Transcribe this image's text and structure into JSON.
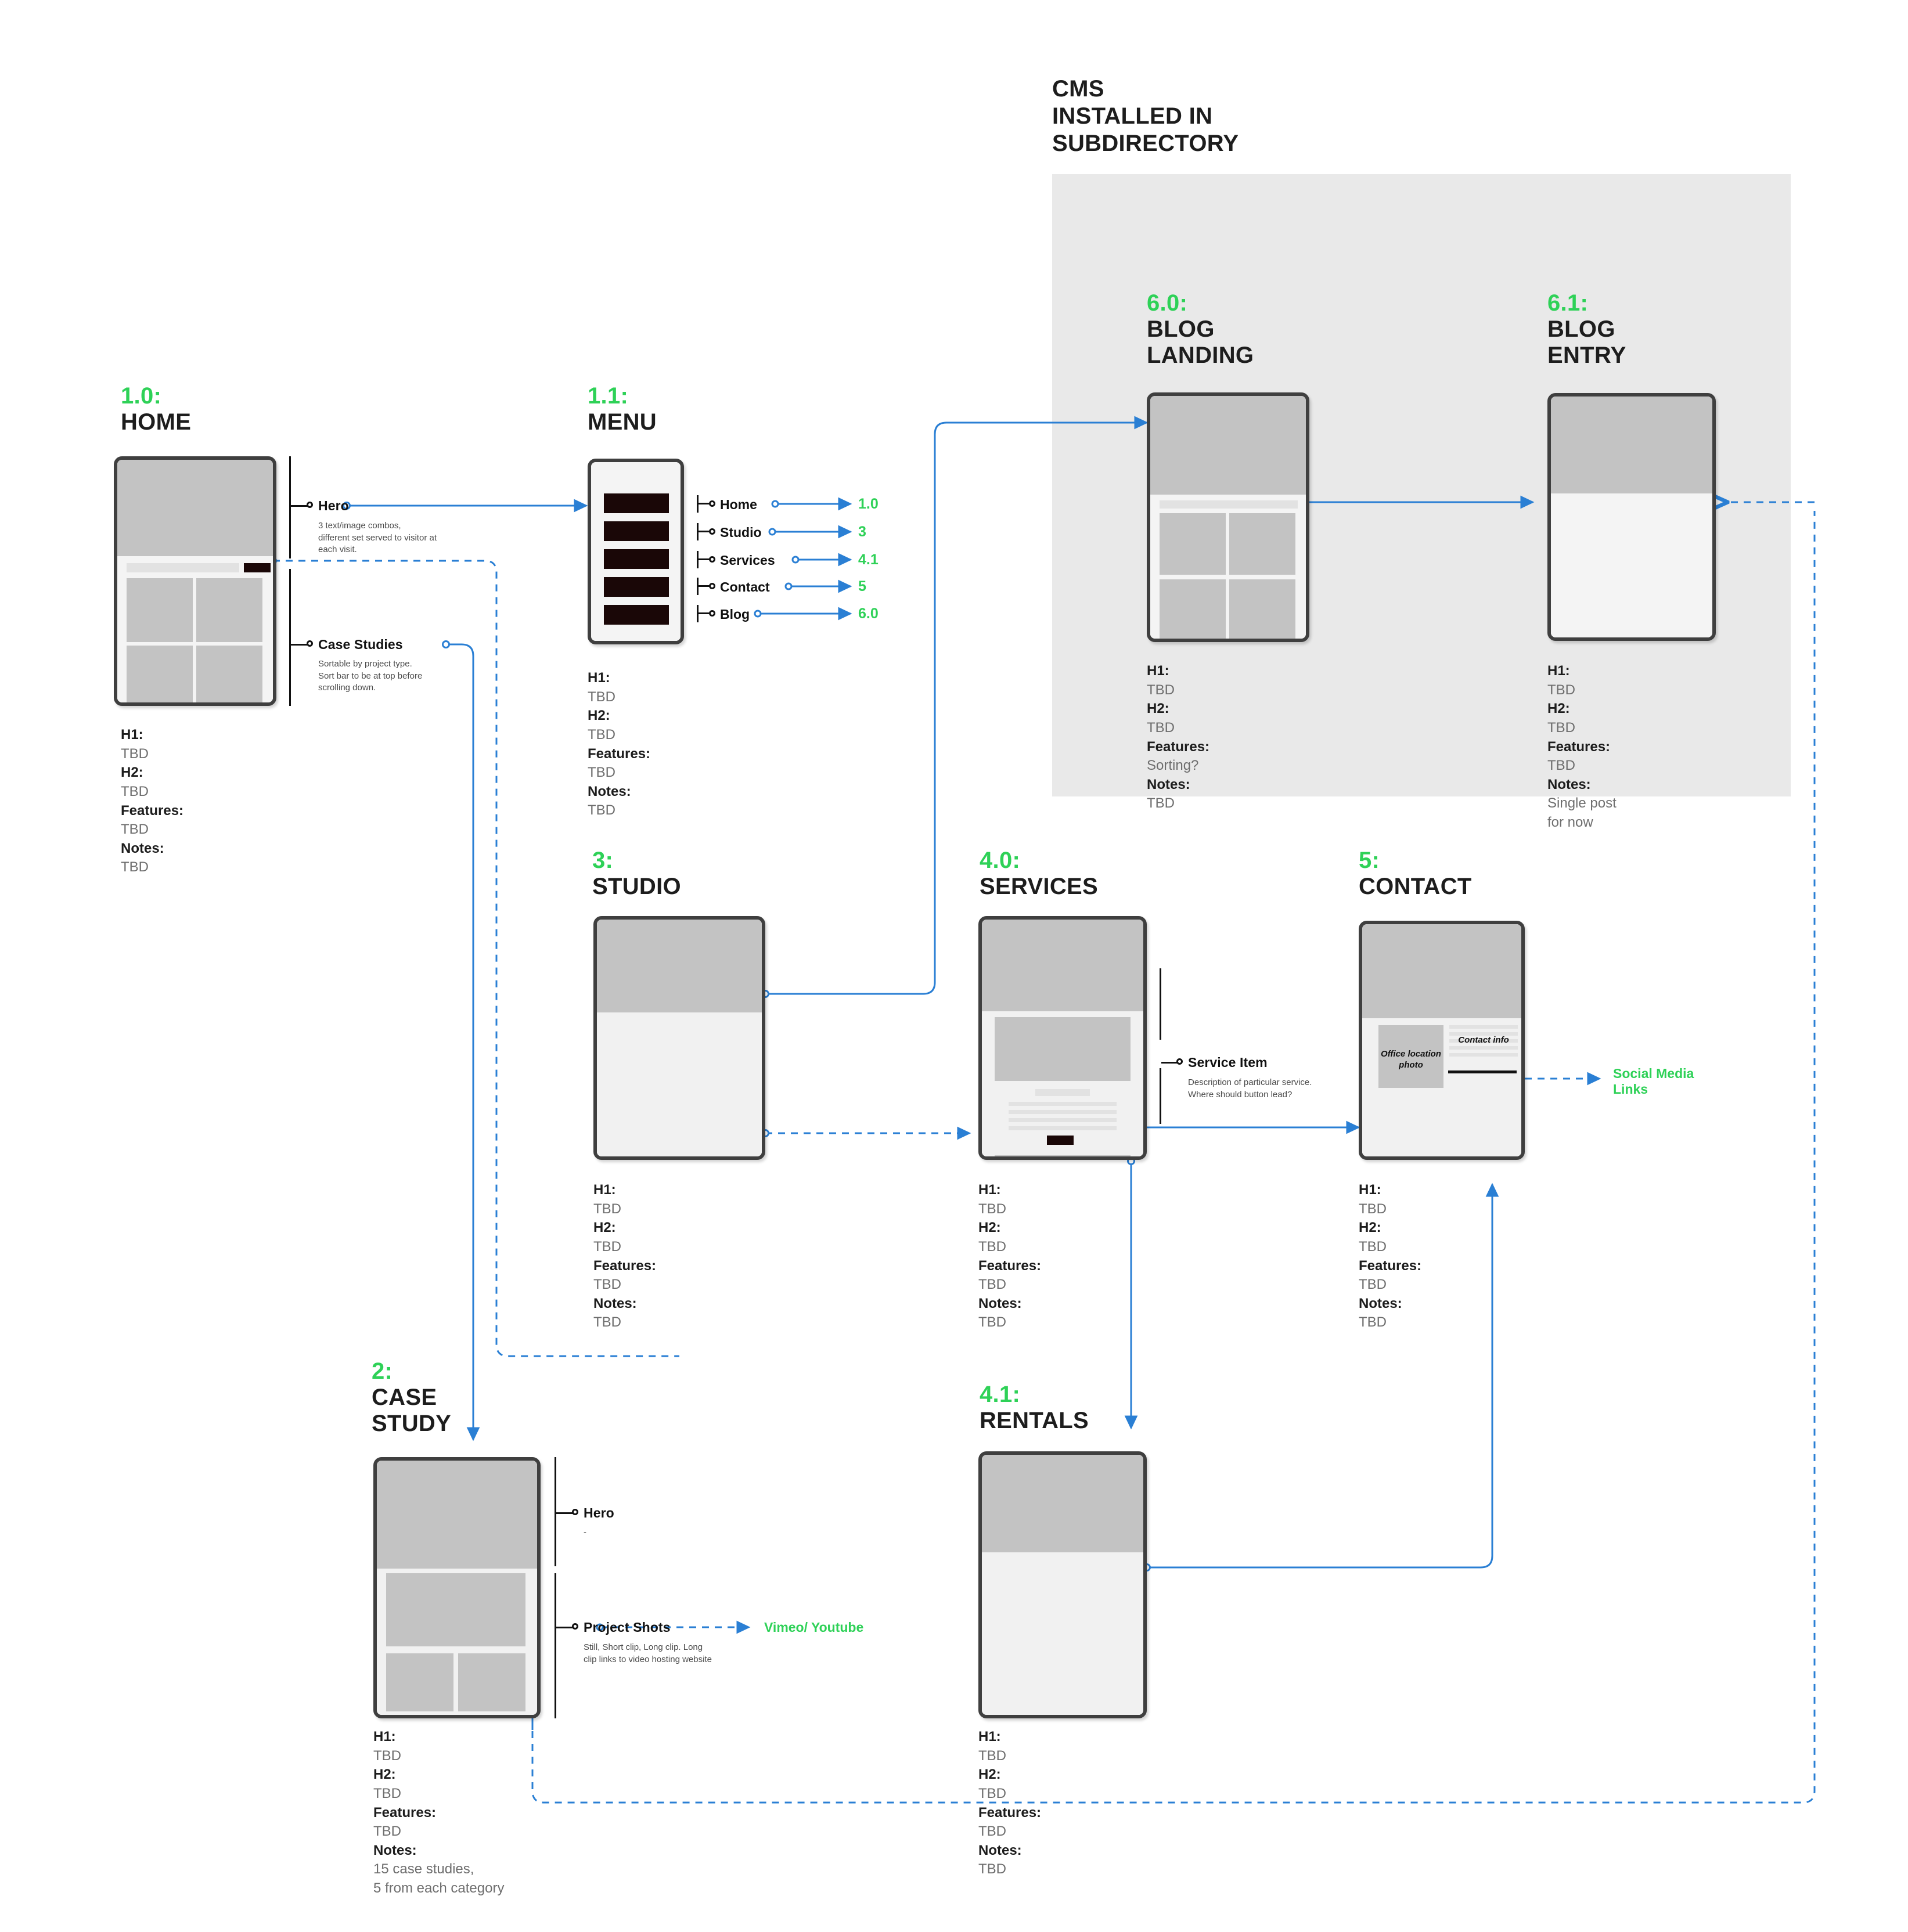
{
  "colors": {
    "accent_green": "#2ed157",
    "link_blue": "#2a7fd4",
    "ink": "#1d1d1d",
    "panel_gray": "#e9e9e9",
    "wireframe_gray": "#c3c3c3"
  },
  "cms_panel": {
    "title": "CMS\nINSTALLED IN\nSUBDIRECTORY"
  },
  "nodes": {
    "home": {
      "num": "1.0:",
      "name": "HOME",
      "meta": {
        "h1": "TBD",
        "h2": "TBD",
        "features": "TBD",
        "notes": "TBD"
      },
      "callouts": [
        {
          "label": "Hero",
          "desc": "3 text/image combos,\ndifferent set served to visitor at\neach visit."
        },
        {
          "label": "Case Studies",
          "desc": "Sortable by project type.\nSort bar to be at top before\nscrolling down."
        }
      ]
    },
    "menu": {
      "num": "1.1:",
      "name": "MENU",
      "meta": {
        "h1": "TBD",
        "h2": "TBD",
        "features": "TBD",
        "notes": "TBD"
      },
      "links": [
        {
          "label": "Home",
          "target": "1.0"
        },
        {
          "label": "Studio",
          "target": "3"
        },
        {
          "label": "Services",
          "target": "4.1"
        },
        {
          "label": "Contact",
          "target": "5"
        },
        {
          "label": "Blog",
          "target": "6.0"
        }
      ]
    },
    "blog_landing": {
      "num": "6.0:",
      "name": "BLOG\nLANDING",
      "meta": {
        "h1": "TBD",
        "h2": "TBD",
        "features": "Sorting?",
        "notes": "TBD"
      }
    },
    "blog_entry": {
      "num": "6.1:",
      "name": "BLOG\nENTRY",
      "meta": {
        "h1": "TBD",
        "h2": "TBD",
        "features": "TBD",
        "notes": "Single post\nfor now"
      }
    },
    "studio": {
      "num": "3:",
      "name": "STUDIO",
      "meta": {
        "h1": "TBD",
        "h2": "TBD",
        "features": "TBD",
        "notes": "TBD"
      }
    },
    "services": {
      "num": "4.0:",
      "name": "SERVICES",
      "meta": {
        "h1": "TBD",
        "h2": "TBD",
        "features": "TBD",
        "notes": "TBD"
      },
      "callouts": [
        {
          "label": "Service Item",
          "desc": "Description of particular service.\nWhere should button lead?"
        }
      ]
    },
    "contact": {
      "num": "5:",
      "name": "CONTACT",
      "meta": {
        "h1": "TBD",
        "h2": "TBD",
        "features": "TBD",
        "notes": "TBD"
      },
      "wireframe_captions": {
        "photo": "Office location\nphoto",
        "info": "Contact info"
      },
      "external_label": "Social Media\nLinks"
    },
    "case_study": {
      "num": "2:",
      "name": "CASE\nSTUDY",
      "meta": {
        "h1": "TBD",
        "h2": "TBD",
        "features": "TBD",
        "notes": "15 case studies,\n5 from each category"
      },
      "callouts": [
        {
          "label": "Hero",
          "desc": "-"
        },
        {
          "label": "Project Shots",
          "desc": "Still, Short clip, Long clip. Long\nclip links to video hosting website"
        }
      ],
      "external_label": "Vimeo/ Youtube"
    },
    "rentals": {
      "num": "4.1:",
      "name": "RENTALS",
      "meta": {
        "h1": "TBD",
        "h2": "TBD",
        "features": "TBD",
        "notes": "TBD"
      }
    }
  },
  "meta_labels": {
    "h1": "H1:",
    "h2": "H2:",
    "features": "Features:",
    "notes": "Notes:"
  }
}
